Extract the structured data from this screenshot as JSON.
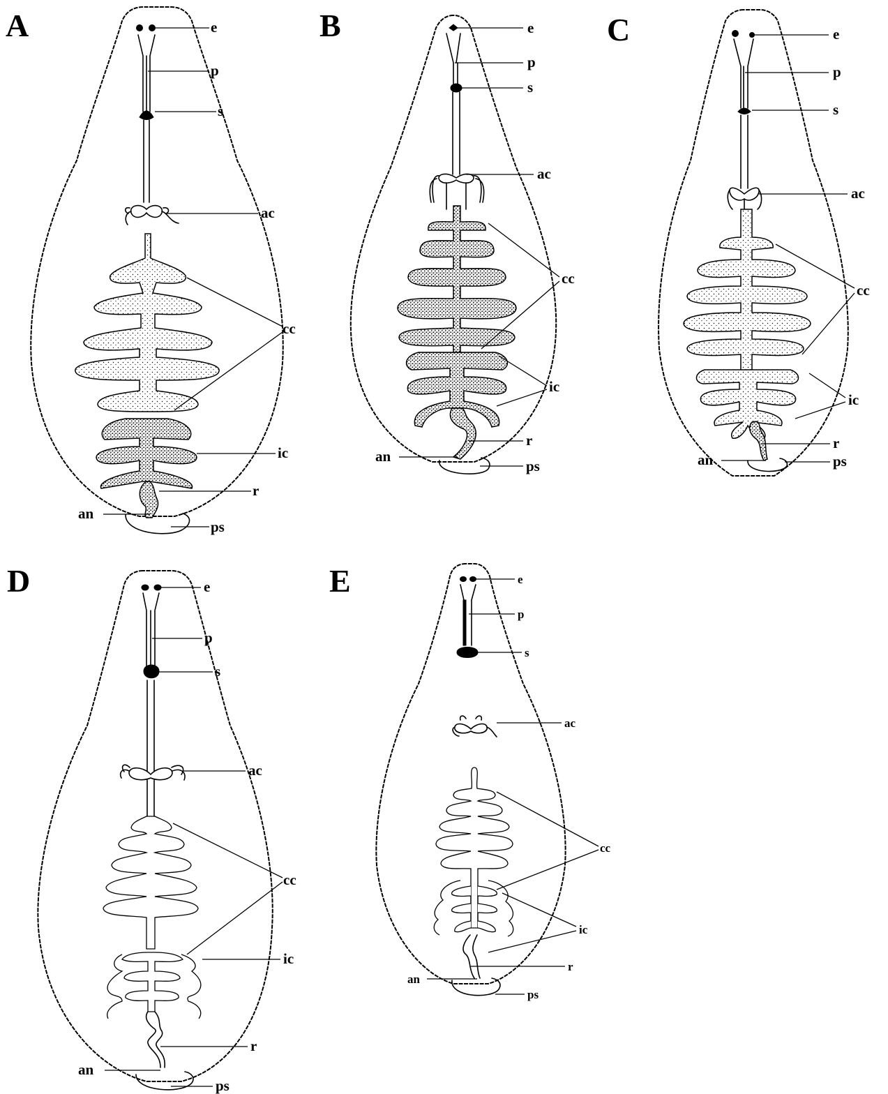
{
  "figure": {
    "panels": [
      {
        "id": "A",
        "letter": "A",
        "labels": {
          "e": "e",
          "p": "p",
          "s": "s",
          "ac": "ac",
          "cc": "cc",
          "ic": "ic",
          "r": "r",
          "an": "an",
          "ps": "ps"
        }
      },
      {
        "id": "B",
        "letter": "B",
        "labels": {
          "e": "e",
          "p": "p",
          "s": "s",
          "ac": "ac",
          "cc": "cc",
          "ic": "ic",
          "r": "r",
          "an": "an",
          "ps": "ps"
        }
      },
      {
        "id": "C",
        "letter": "C",
        "labels": {
          "e": "e",
          "p": "p",
          "s": "s",
          "ac": "ac",
          "cc": "cc",
          "ic": "ic",
          "r": "r",
          "an": "an",
          "ps": "ps"
        }
      },
      {
        "id": "D",
        "letter": "D",
        "labels": {
          "e": "e",
          "p": "p",
          "s": "s",
          "ac": "ac",
          "cc": "cc",
          "ic": "ic",
          "r": "r",
          "an": "an",
          "ps": "ps"
        }
      },
      {
        "id": "E",
        "letter": "E",
        "labels": {
          "e": "e",
          "p": "p",
          "s": "s",
          "ac": "ac",
          "cc": "cc",
          "ic": "ic",
          "r": "r",
          "an": "an",
          "ps": "ps"
        }
      }
    ]
  }
}
